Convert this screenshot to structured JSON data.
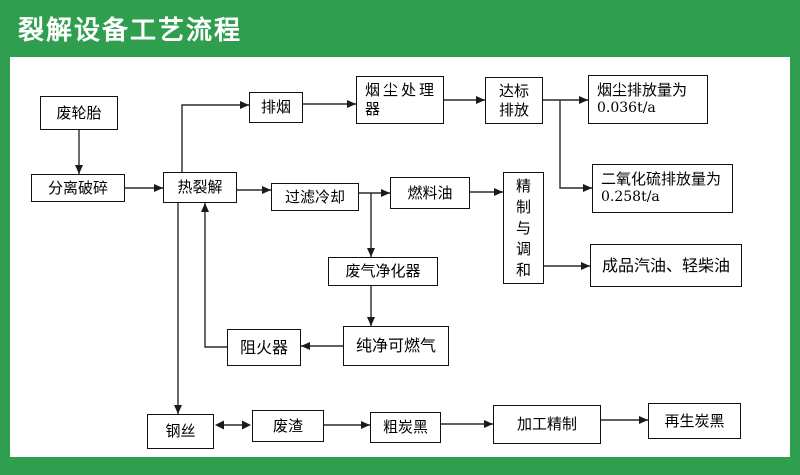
{
  "header": {
    "title": "裂解设备工艺流程"
  },
  "colors": {
    "brand_green": "#2F9E4E",
    "box_border": "#111111",
    "box_fill": "#FFFFFF",
    "line_color": "#2B2B2B",
    "text_color": "#000000"
  },
  "flowchart": {
    "nodes": {
      "waste_tire": "废轮胎",
      "separate_crush": "分离破碎",
      "pyrolysis": "热裂解",
      "smoke_exhaust": "排烟",
      "dust_processor": "烟尘处理\n器",
      "standard_discharge": "达标\n排放",
      "dust_emission": {
        "line1": "烟尘排放量为",
        "line2": "0.036t/a"
      },
      "so2_emission": {
        "line1": "二氧化硫排放量为",
        "line2": "0.258t/a"
      },
      "filter_cooling": "过滤冷却",
      "fuel_oil": "燃料油",
      "refine_blend": "精\n制\n与\n调\n和",
      "gas_purifier": "废气净化器",
      "finished_oil": "成品汽油、轻柴油",
      "pure_gas": "纯净可燃气",
      "flame_arrester": "阻火器",
      "steel_wire": "钢丝",
      "waste_residue": "废渣",
      "crude_carbon_black": "粗炭黑",
      "processing_refine": "加工精制",
      "regen_carbon_black": "再生炭黑"
    },
    "edges": [
      {
        "from": "废轮胎",
        "to": "分离破碎"
      },
      {
        "from": "分离破碎",
        "to": "热裂解"
      },
      {
        "from": "热裂解",
        "to": "排烟"
      },
      {
        "from": "排烟",
        "to": "烟尘处理器"
      },
      {
        "from": "烟尘处理器",
        "to": "达标排放"
      },
      {
        "from": "达标排放",
        "to": "烟尘排放量为 0.036t/a"
      },
      {
        "from": "达标排放",
        "to": "二氧化硫排放量为 0.258t/a"
      },
      {
        "from": "热裂解",
        "to": "过滤冷却"
      },
      {
        "from": "过滤冷却",
        "to": "燃料油"
      },
      {
        "from": "过滤冷却",
        "to": "废气净化器"
      },
      {
        "from": "燃料油",
        "to": "精制与调和"
      },
      {
        "from": "精制与调和",
        "to": "成品汽油、轻柴油"
      },
      {
        "from": "废气净化器",
        "to": "纯净可燃气"
      },
      {
        "from": "纯净可燃气",
        "to": "阻火器"
      },
      {
        "from": "阻火器",
        "to": "热裂解"
      },
      {
        "from": "热裂解",
        "to": "钢丝"
      },
      {
        "from": "钢丝",
        "to": "废渣",
        "bidirectional": true
      },
      {
        "from": "废渣",
        "to": "粗炭黑"
      },
      {
        "from": "粗炭黑",
        "to": "加工精制"
      },
      {
        "from": "加工精制",
        "to": "再生炭黑"
      }
    ]
  }
}
